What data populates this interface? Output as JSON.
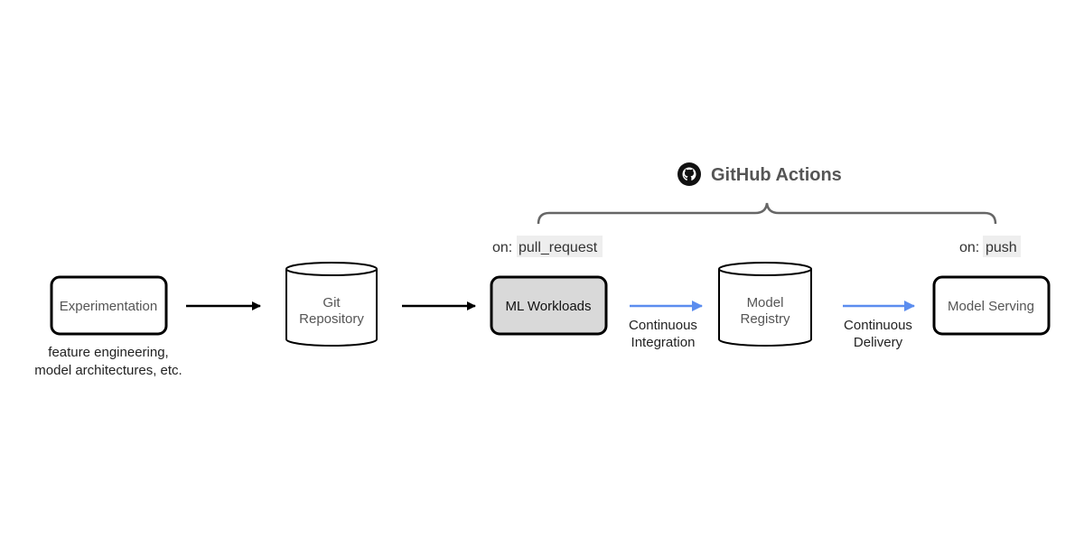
{
  "header": {
    "title": "GitHub Actions",
    "icon": "github-icon"
  },
  "triggers": {
    "pull_request": {
      "prefix": "on:",
      "code": "pull_request"
    },
    "push": {
      "prefix": "on:",
      "code": "push"
    }
  },
  "nodes": {
    "experimentation": {
      "label": "Experimentation",
      "caption_line1": "feature engineering,",
      "caption_line2": "model architectures, etc."
    },
    "git_repository": {
      "line1": "Git",
      "line2": "Repository"
    },
    "ml_workloads": {
      "label": "ML Workloads"
    },
    "model_registry": {
      "line1": "Model",
      "line2": "Registry"
    },
    "model_serving": {
      "label": "Model Serving"
    }
  },
  "edges": {
    "continuous_integration": {
      "line1": "Continuous",
      "line2": "Integration"
    },
    "continuous_delivery": {
      "line1": "Continuous",
      "line2": "Delivery"
    }
  },
  "colors": {
    "highlight_fill": "#d9d9d9",
    "blue_arrow": "#5b8def",
    "black_arrow": "#000000",
    "brace": "#666666"
  }
}
